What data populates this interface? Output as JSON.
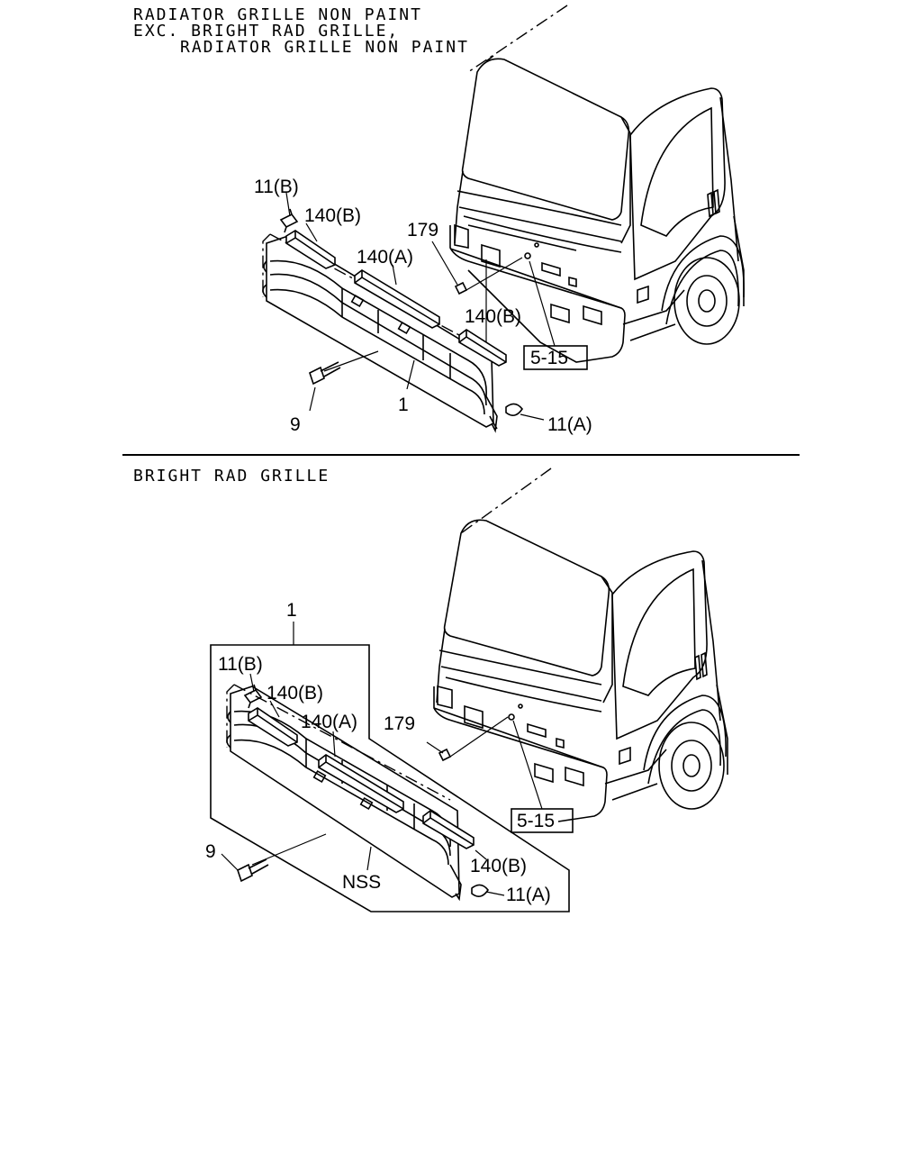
{
  "top_section": {
    "header": [
      "RADIATOR GRILLE NON PAINT",
      "EXC. BRIGHT RAD GRILLE,",
      "RADIATOR GRILLE NON PAINT"
    ],
    "callouts": {
      "clip_b": "11(B)",
      "seal_b_left": "140(B)",
      "nut": "179",
      "seal_a": "140(A)",
      "seal_b_right": "140(B)",
      "ref": "5-15",
      "screw": "9",
      "grille": "1",
      "clip_a": "11(A)"
    }
  },
  "bottom_section": {
    "header": "BRIGHT RAD GRILLE",
    "callouts": {
      "grille": "1",
      "clip_b": "11(B)",
      "seal_b_left": "140(B)",
      "seal_a": "140(A)",
      "nut": "179",
      "screw": "9",
      "ref": "5-15",
      "seal_b_right": "140(B)",
      "nss": "NSS",
      "clip_a": "11(A)"
    }
  }
}
